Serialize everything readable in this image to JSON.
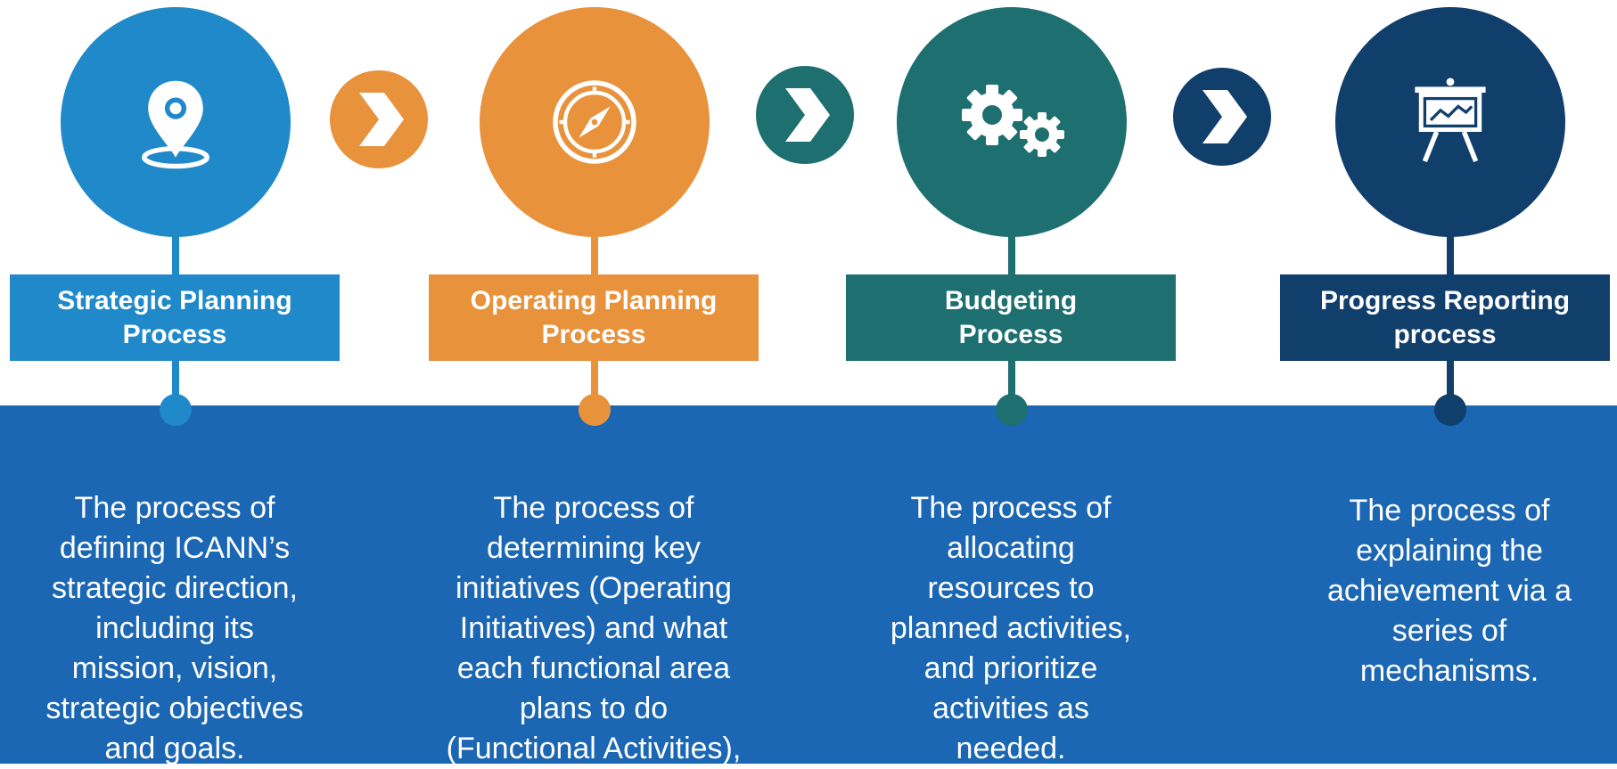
{
  "colors": {
    "band": "#1b67b3",
    "strategic": "#1f89c9",
    "operating": "#e8923c",
    "budgeting": "#1e6f70",
    "progress": "#113f6c",
    "icon": "#ffffff"
  },
  "steps": [
    {
      "title": "Strategic Planning\nProcess",
      "icon": "location-pin-icon",
      "description": "The process of\ndefining ICANN’s\nstrategic direction,\nincluding its\nmission, vision,\nstrategic objectives\nand goals."
    },
    {
      "title": "Operating Planning\nProcess",
      "icon": "compass-icon",
      "description": "The process of\ndetermining key\ninitiatives (Operating\nInitiatives) and what\neach functional area\nplans to do\n(Functional Activities),"
    },
    {
      "title": "Budgeting\nProcess",
      "icon": "gears-icon",
      "description": "The process of\nallocating\nresources to\nplanned activities,\nand prioritize\nactivities as\nneeded."
    },
    {
      "title": "Progress Reporting\nprocess",
      "icon": "presentation-board-icon",
      "description": "The process of\nexplaining the\nachievement via a\nseries of\nmechanisms."
    }
  ],
  "arrows": [
    {
      "icon": "chevron-right-icon",
      "color": "#e8923c"
    },
    {
      "icon": "chevron-right-icon",
      "color": "#1e6f70"
    },
    {
      "icon": "chevron-right-icon",
      "color": "#113f6c"
    }
  ]
}
